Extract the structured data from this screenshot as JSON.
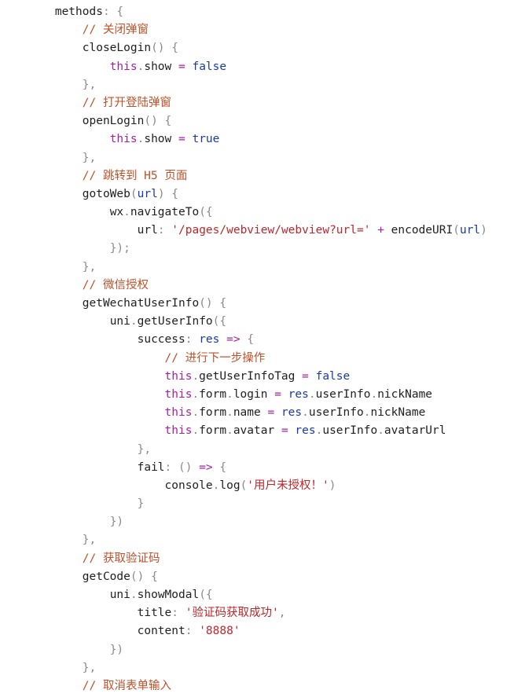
{
  "colors": {
    "background": "#ffffff",
    "plain": "#1f1f1f",
    "punct": "#8a8a8a",
    "comment": "#c0502a",
    "keyword": "#a51fa5",
    "boolean": "#1a3aa8",
    "variable": "#1a3aa8",
    "string": "#c0252a"
  },
  "code": {
    "lines": [
      [
        {
          "t": "        "
        },
        {
          "t": "methods",
          "c": "plain"
        },
        {
          "t": ": {",
          "c": "punct"
        }
      ],
      [
        {
          "t": "            "
        },
        {
          "t": "// 关闭弹窗",
          "c": "comment"
        }
      ],
      [
        {
          "t": "            "
        },
        {
          "t": "closeLogin",
          "c": "fn"
        },
        {
          "t": "() {",
          "c": "punct"
        }
      ],
      [
        {
          "t": "                "
        },
        {
          "t": "this",
          "c": "kw"
        },
        {
          "t": ".",
          "c": "punct"
        },
        {
          "t": "show ",
          "c": "plain"
        },
        {
          "t": "=",
          "c": "op"
        },
        {
          "t": " "
        },
        {
          "t": "false",
          "c": "bool"
        }
      ],
      [
        {
          "t": "            "
        },
        {
          "t": "},",
          "c": "punct"
        }
      ],
      [
        {
          "t": "            "
        },
        {
          "t": "// 打开登陆弹窗",
          "c": "comment"
        }
      ],
      [
        {
          "t": "            "
        },
        {
          "t": "openLogin",
          "c": "fn"
        },
        {
          "t": "() {",
          "c": "punct"
        }
      ],
      [
        {
          "t": "                "
        },
        {
          "t": "this",
          "c": "kw"
        },
        {
          "t": ".",
          "c": "punct"
        },
        {
          "t": "show ",
          "c": "plain"
        },
        {
          "t": "=",
          "c": "op"
        },
        {
          "t": " "
        },
        {
          "t": "true",
          "c": "bool"
        }
      ],
      [
        {
          "t": "            "
        },
        {
          "t": "},",
          "c": "punct"
        }
      ],
      [
        {
          "t": "            "
        },
        {
          "t": "// 跳转到 H5 页面",
          "c": "comment"
        }
      ],
      [
        {
          "t": "            "
        },
        {
          "t": "gotoWeb",
          "c": "fn"
        },
        {
          "t": "(",
          "c": "punct"
        },
        {
          "t": "url",
          "c": "var"
        },
        {
          "t": ") {",
          "c": "punct"
        }
      ],
      [
        {
          "t": "                "
        },
        {
          "t": "wx",
          "c": "plain"
        },
        {
          "t": ".",
          "c": "punct"
        },
        {
          "t": "navigateTo",
          "c": "fn"
        },
        {
          "t": "({",
          "c": "punct"
        }
      ],
      [
        {
          "t": "                    "
        },
        {
          "t": "url",
          "c": "key"
        },
        {
          "t": ": ",
          "c": "punct"
        },
        {
          "t": "'/pages/webview/webview?url='",
          "c": "str"
        },
        {
          "t": " "
        },
        {
          "t": "+",
          "c": "op"
        },
        {
          "t": " "
        },
        {
          "t": "encodeURI",
          "c": "fn"
        },
        {
          "t": "(",
          "c": "punct"
        },
        {
          "t": "url",
          "c": "var"
        },
        {
          "t": ")",
          "c": "punct"
        }
      ],
      [
        {
          "t": "                "
        },
        {
          "t": "});",
          "c": "punct"
        }
      ],
      [
        {
          "t": "            "
        },
        {
          "t": "},",
          "c": "punct"
        }
      ],
      [
        {
          "t": "            "
        },
        {
          "t": "// 微信授权",
          "c": "comment"
        }
      ],
      [
        {
          "t": "            "
        },
        {
          "t": "getWechatUserInfo",
          "c": "fn"
        },
        {
          "t": "() {",
          "c": "punct"
        }
      ],
      [
        {
          "t": "                "
        },
        {
          "t": "uni",
          "c": "plain"
        },
        {
          "t": ".",
          "c": "punct"
        },
        {
          "t": "getUserInfo",
          "c": "fn"
        },
        {
          "t": "({",
          "c": "punct"
        }
      ],
      [
        {
          "t": "                    "
        },
        {
          "t": "success",
          "c": "key"
        },
        {
          "t": ": ",
          "c": "punct"
        },
        {
          "t": "res",
          "c": "var"
        },
        {
          "t": " "
        },
        {
          "t": "=>",
          "c": "op"
        },
        {
          "t": " {",
          "c": "punct"
        }
      ],
      [
        {
          "t": "                        "
        },
        {
          "t": "// 进行下一步操作",
          "c": "comment"
        }
      ],
      [
        {
          "t": "                        "
        },
        {
          "t": "this",
          "c": "kw"
        },
        {
          "t": ".",
          "c": "punct"
        },
        {
          "t": "getUserInfoTag ",
          "c": "plain"
        },
        {
          "t": "=",
          "c": "op"
        },
        {
          "t": " "
        },
        {
          "t": "false",
          "c": "bool"
        }
      ],
      [
        {
          "t": "                        "
        },
        {
          "t": "this",
          "c": "kw"
        },
        {
          "t": ".",
          "c": "punct"
        },
        {
          "t": "form",
          "c": "plain"
        },
        {
          "t": ".",
          "c": "punct"
        },
        {
          "t": "login ",
          "c": "plain"
        },
        {
          "t": "=",
          "c": "op"
        },
        {
          "t": " "
        },
        {
          "t": "res",
          "c": "var"
        },
        {
          "t": ".",
          "c": "punct"
        },
        {
          "t": "userInfo",
          "c": "plain"
        },
        {
          "t": ".",
          "c": "punct"
        },
        {
          "t": "nickName",
          "c": "plain"
        }
      ],
      [
        {
          "t": "                        "
        },
        {
          "t": "this",
          "c": "kw"
        },
        {
          "t": ".",
          "c": "punct"
        },
        {
          "t": "form",
          "c": "plain"
        },
        {
          "t": ".",
          "c": "punct"
        },
        {
          "t": "name ",
          "c": "plain"
        },
        {
          "t": "=",
          "c": "op"
        },
        {
          "t": " "
        },
        {
          "t": "res",
          "c": "var"
        },
        {
          "t": ".",
          "c": "punct"
        },
        {
          "t": "userInfo",
          "c": "plain"
        },
        {
          "t": ".",
          "c": "punct"
        },
        {
          "t": "nickName",
          "c": "plain"
        }
      ],
      [
        {
          "t": "                        "
        },
        {
          "t": "this",
          "c": "kw"
        },
        {
          "t": ".",
          "c": "punct"
        },
        {
          "t": "form",
          "c": "plain"
        },
        {
          "t": ".",
          "c": "punct"
        },
        {
          "t": "avatar ",
          "c": "plain"
        },
        {
          "t": "=",
          "c": "op"
        },
        {
          "t": " "
        },
        {
          "t": "res",
          "c": "var"
        },
        {
          "t": ".",
          "c": "punct"
        },
        {
          "t": "userInfo",
          "c": "plain"
        },
        {
          "t": ".",
          "c": "punct"
        },
        {
          "t": "avatarUrl",
          "c": "plain"
        }
      ],
      [
        {
          "t": "                    "
        },
        {
          "t": "},",
          "c": "punct"
        }
      ],
      [
        {
          "t": "                    "
        },
        {
          "t": "fail",
          "c": "key"
        },
        {
          "t": ": () ",
          "c": "punct"
        },
        {
          "t": "=>",
          "c": "op"
        },
        {
          "t": " {",
          "c": "punct"
        }
      ],
      [
        {
          "t": "                        "
        },
        {
          "t": "console",
          "c": "plain"
        },
        {
          "t": ".",
          "c": "punct"
        },
        {
          "t": "log",
          "c": "fn"
        },
        {
          "t": "(",
          "c": "punct"
        },
        {
          "t": "'用户未授权！'",
          "c": "str"
        },
        {
          "t": ")",
          "c": "punct"
        }
      ],
      [
        {
          "t": "                    "
        },
        {
          "t": "}",
          "c": "punct"
        }
      ],
      [
        {
          "t": "                "
        },
        {
          "t": "})",
          "c": "punct"
        }
      ],
      [
        {
          "t": "            "
        },
        {
          "t": "},",
          "c": "punct"
        }
      ],
      [
        {
          "t": "            "
        },
        {
          "t": "// 获取验证码",
          "c": "comment"
        }
      ],
      [
        {
          "t": "            "
        },
        {
          "t": "getCode",
          "c": "fn"
        },
        {
          "t": "() {",
          "c": "punct"
        }
      ],
      [
        {
          "t": "                "
        },
        {
          "t": "uni",
          "c": "plain"
        },
        {
          "t": ".",
          "c": "punct"
        },
        {
          "t": "showModal",
          "c": "fn"
        },
        {
          "t": "({",
          "c": "punct"
        }
      ],
      [
        {
          "t": "                    "
        },
        {
          "t": "title",
          "c": "key"
        },
        {
          "t": ": ",
          "c": "punct"
        },
        {
          "t": "'验证码获取成功'",
          "c": "str"
        },
        {
          "t": ",",
          "c": "punct"
        }
      ],
      [
        {
          "t": "                    "
        },
        {
          "t": "content",
          "c": "key"
        },
        {
          "t": ": ",
          "c": "punct"
        },
        {
          "t": "'8888'",
          "c": "str"
        }
      ],
      [
        {
          "t": "                "
        },
        {
          "t": "})",
          "c": "punct"
        }
      ],
      [
        {
          "t": "            "
        },
        {
          "t": "},",
          "c": "punct"
        }
      ],
      [
        {
          "t": "            "
        },
        {
          "t": "// 取消表单输入",
          "c": "comment"
        }
      ]
    ]
  }
}
